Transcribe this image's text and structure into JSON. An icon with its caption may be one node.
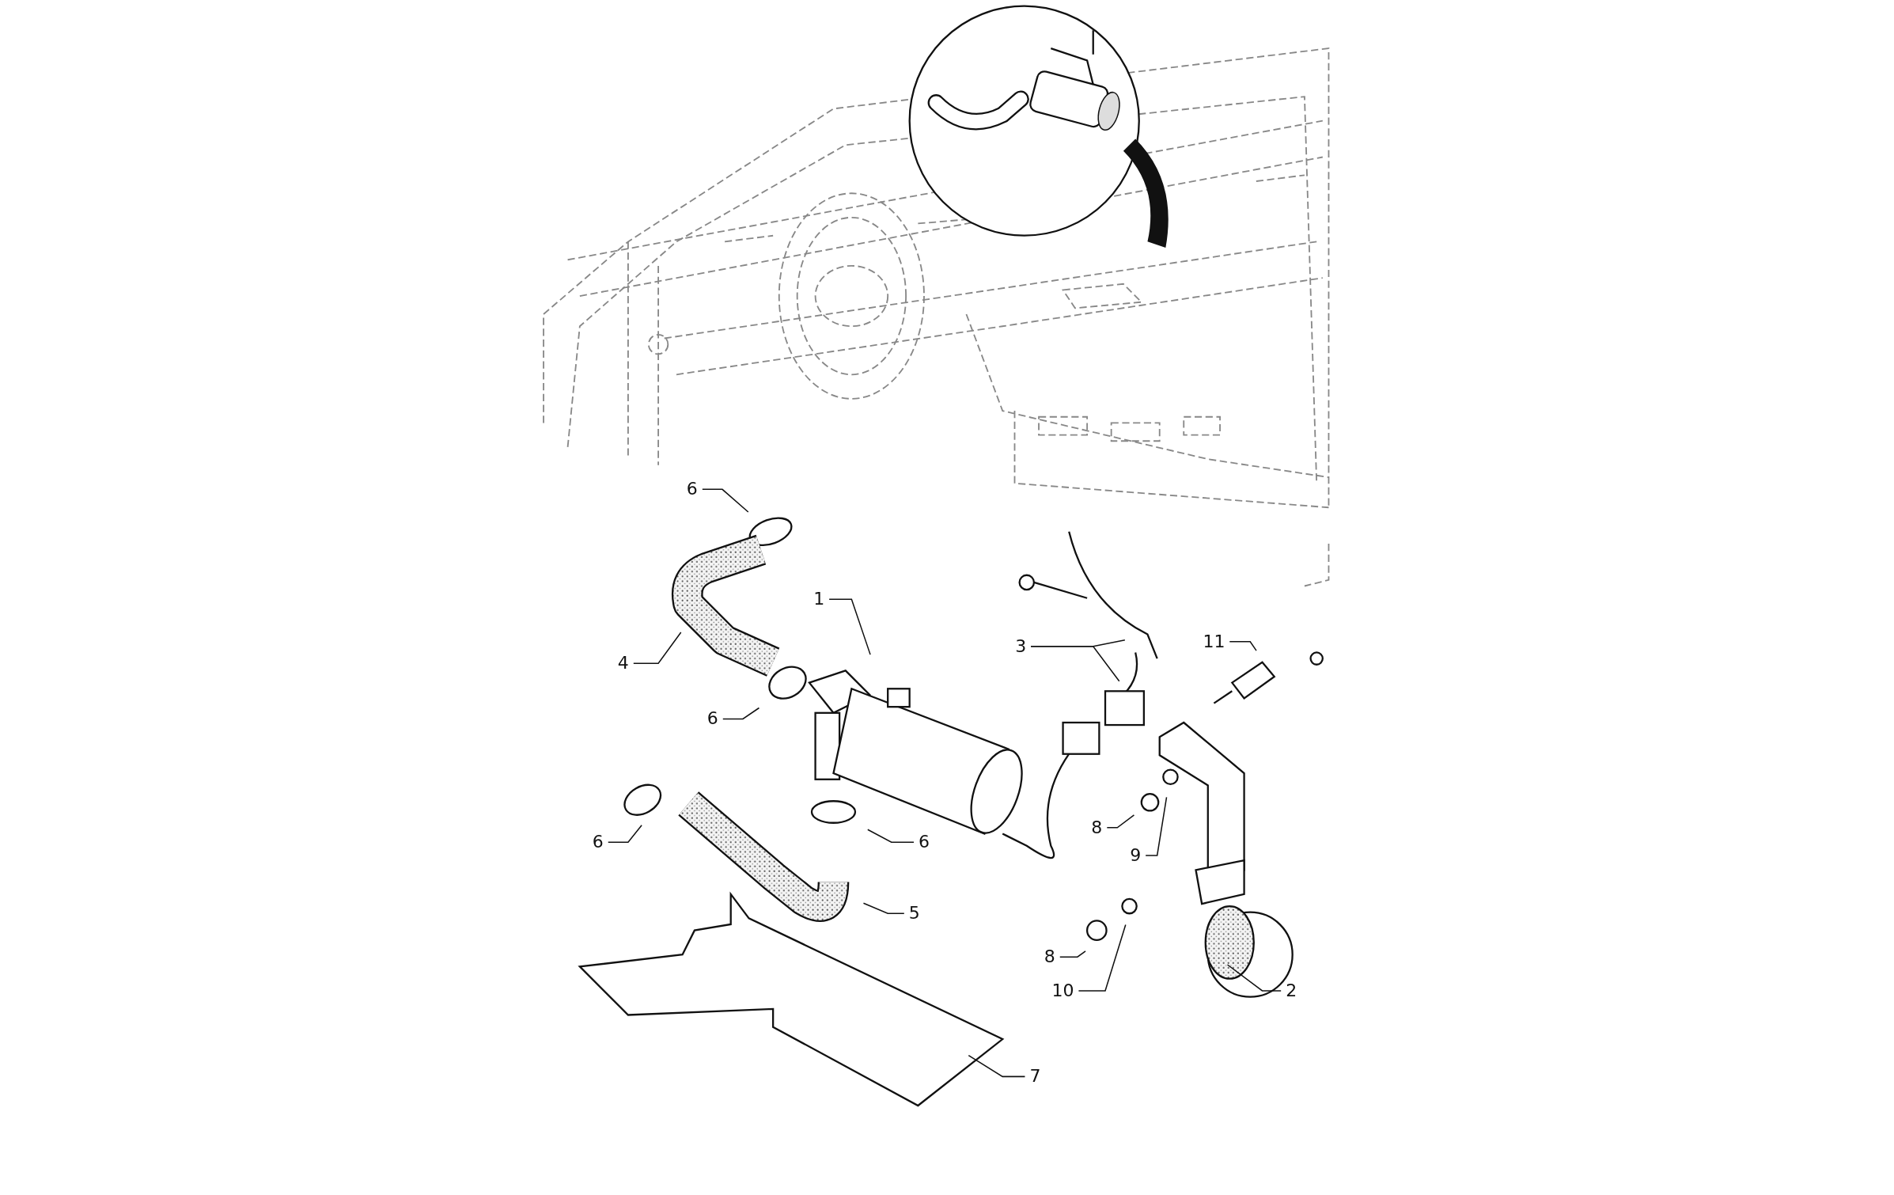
{
  "diagram": {
    "nodes": [
      {
        "text": [
          "6"
        ]
      },
      {
        "text": [
          "1"
        ]
      },
      {
        "text": [
          "4"
        ]
      },
      {
        "text": [
          "3"
        ]
      },
      {
        "text": [
          "11"
        ]
      },
      {
        "text": [
          "6"
        ]
      },
      {
        "text": [
          "6"
        ]
      },
      {
        "text": [
          "6"
        ]
      },
      {
        "text": [
          "8"
        ]
      },
      {
        "text": [
          "9"
        ]
      },
      {
        "text": [
          "5"
        ]
      },
      {
        "text": [
          "8"
        ]
      },
      {
        "text": [
          "10"
        ]
      },
      {
        "text": [
          "2"
        ]
      },
      {
        "text": [
          "7"
        ]
      }
    ],
    "edges": [
      {
        "from": 0,
        "to": null,
        "arrow": "none"
      },
      {
        "from": 1,
        "to": null,
        "arrow": "none"
      },
      {
        "from": 2,
        "to": null,
        "arrow": "none"
      },
      {
        "from": 3,
        "to": null,
        "arrow": "none"
      },
      {
        "from": 3,
        "to": null,
        "arrow": "none"
      },
      {
        "from": 4,
        "to": null,
        "arrow": "none"
      },
      {
        "from": 5,
        "to": null,
        "arrow": "none"
      },
      {
        "from": 6,
        "to": null,
        "arrow": "none"
      },
      {
        "from": 7,
        "to": null,
        "arrow": "none"
      },
      {
        "from": 8,
        "to": null,
        "arrow": "none"
      },
      {
        "from": 9,
        "to": null,
        "arrow": "none"
      },
      {
        "from": 10,
        "to": null,
        "arrow": "none"
      },
      {
        "from": 11,
        "to": null,
        "arrow": "none"
      },
      {
        "from": 12,
        "to": null,
        "arrow": "none"
      },
      {
        "from": 13,
        "to": null,
        "arrow": "none"
      },
      {
        "from": 14,
        "to": null,
        "arrow": "none"
      }
    ]
  }
}
